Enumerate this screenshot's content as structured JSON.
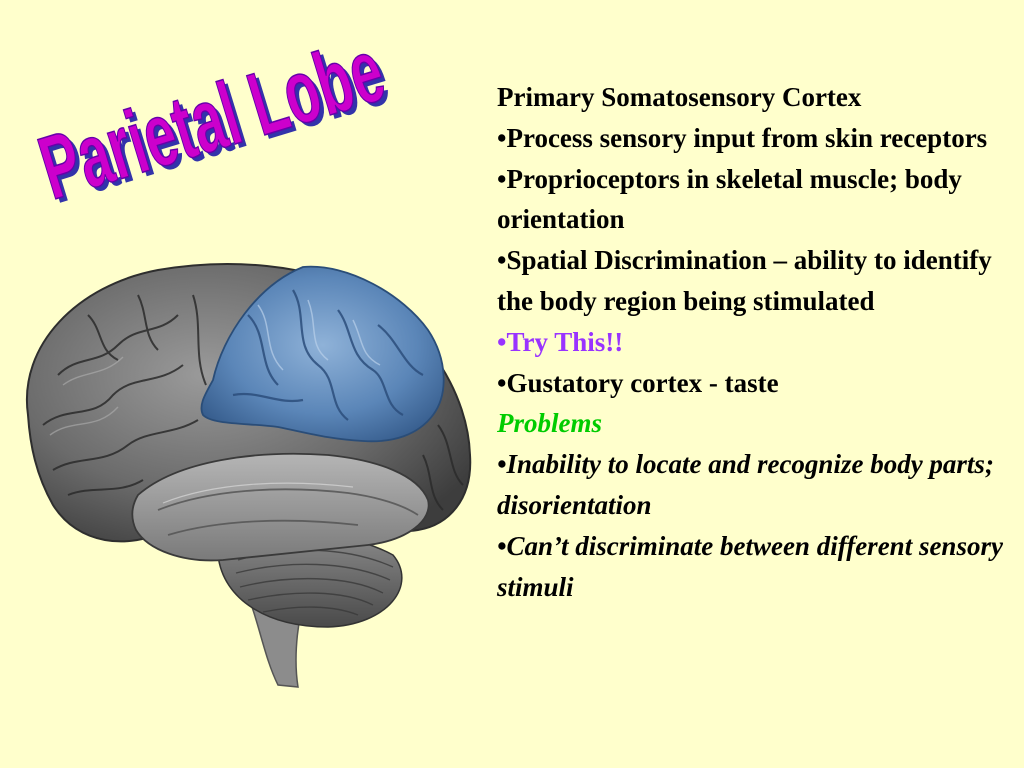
{
  "slide": {
    "wordart_title": "Parietal Lobe",
    "heading": "Primary Somatosensory Cortex",
    "bullets": [
      "Process sensory input from skin receptors",
      "Proprioceptors in skeletal muscle; body orientation",
      "Spatial Discrimination – ability to identify the body region being stimulated"
    ],
    "try_this": "Try This!!",
    "gustatory": "Gustatory cortex - taste",
    "problems_heading": "Problems",
    "problems": [
      "Inability to locate and recognize body parts; disorientation",
      "Can’t discriminate between different sensory stimuli"
    ],
    "bullet_char": "•"
  },
  "colors": {
    "background": "#FFFFCC",
    "wordart_fill": "#CC00CC",
    "wordart_shadow": "#3333AA",
    "accent_purple": "#9933FF",
    "accent_green": "#00CC00",
    "parietal_highlight": "#5B86B8"
  },
  "image": {
    "brain_illustration": "brain lateral view with parietal lobe highlighted in blue"
  }
}
